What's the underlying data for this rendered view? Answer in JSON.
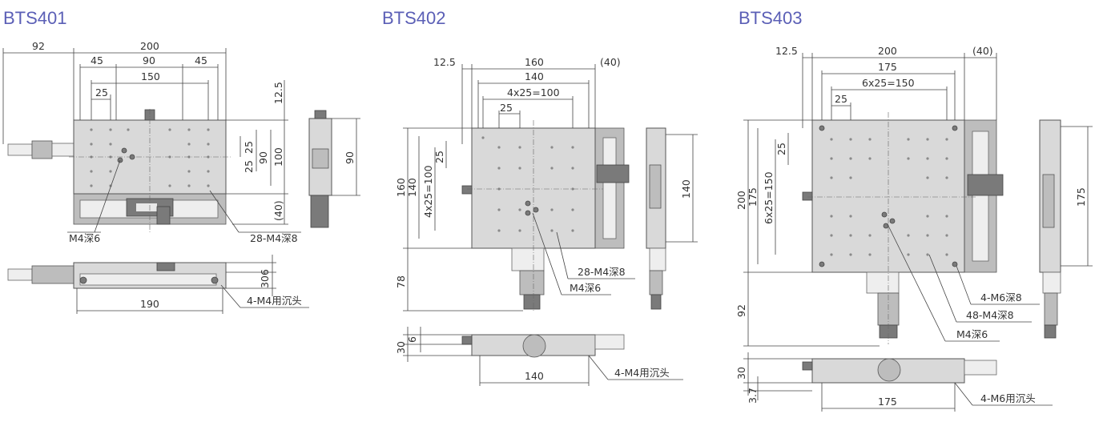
{
  "panels": [
    {
      "title": "BTS401",
      "dims": {
        "a": "92",
        "b": "200",
        "c": "45",
        "d": "90",
        "e": "45",
        "f": "150",
        "g": "25",
        "h": "12.5",
        "i": "25",
        "j": "25",
        "k": "90",
        "l": "100",
        "m": "(40)",
        "n": "90",
        "o": "6",
        "p": "30",
        "q": "190"
      },
      "notes": {
        "n1": "M4深6",
        "n2": "28-M4深8",
        "n3": "4-M4用沉头"
      }
    },
    {
      "title": "BTS402",
      "dims": {
        "a": "12.5",
        "b": "160",
        "c": "(40)",
        "d": "140",
        "e": "4x25=100",
        "f": "25",
        "g": "160",
        "h": "140",
        "i": "4x25=100",
        "j": "25",
        "k": "140",
        "l": "78",
        "m": "30",
        "n": "6",
        "o": "140"
      },
      "notes": {
        "n1": "28-M4深8",
        "n2": "M4深6",
        "n3": "4-M4用沉头"
      }
    },
    {
      "title": "BTS403",
      "dims": {
        "a": "12.5",
        "b": "200",
        "c": "(40)",
        "d": "175",
        "e": "6x25=150",
        "f": "25",
        "g": "200",
        "h": "175",
        "i": "6x25=150",
        "j": "25",
        "k": "175",
        "l": "92",
        "m": "30",
        "n": "3.7",
        "o": "175"
      },
      "notes": {
        "n1": "4-M6深8",
        "n2": "48-M4深8",
        "n3": "M4深6",
        "n4": "4-M6用沉头"
      }
    }
  ]
}
